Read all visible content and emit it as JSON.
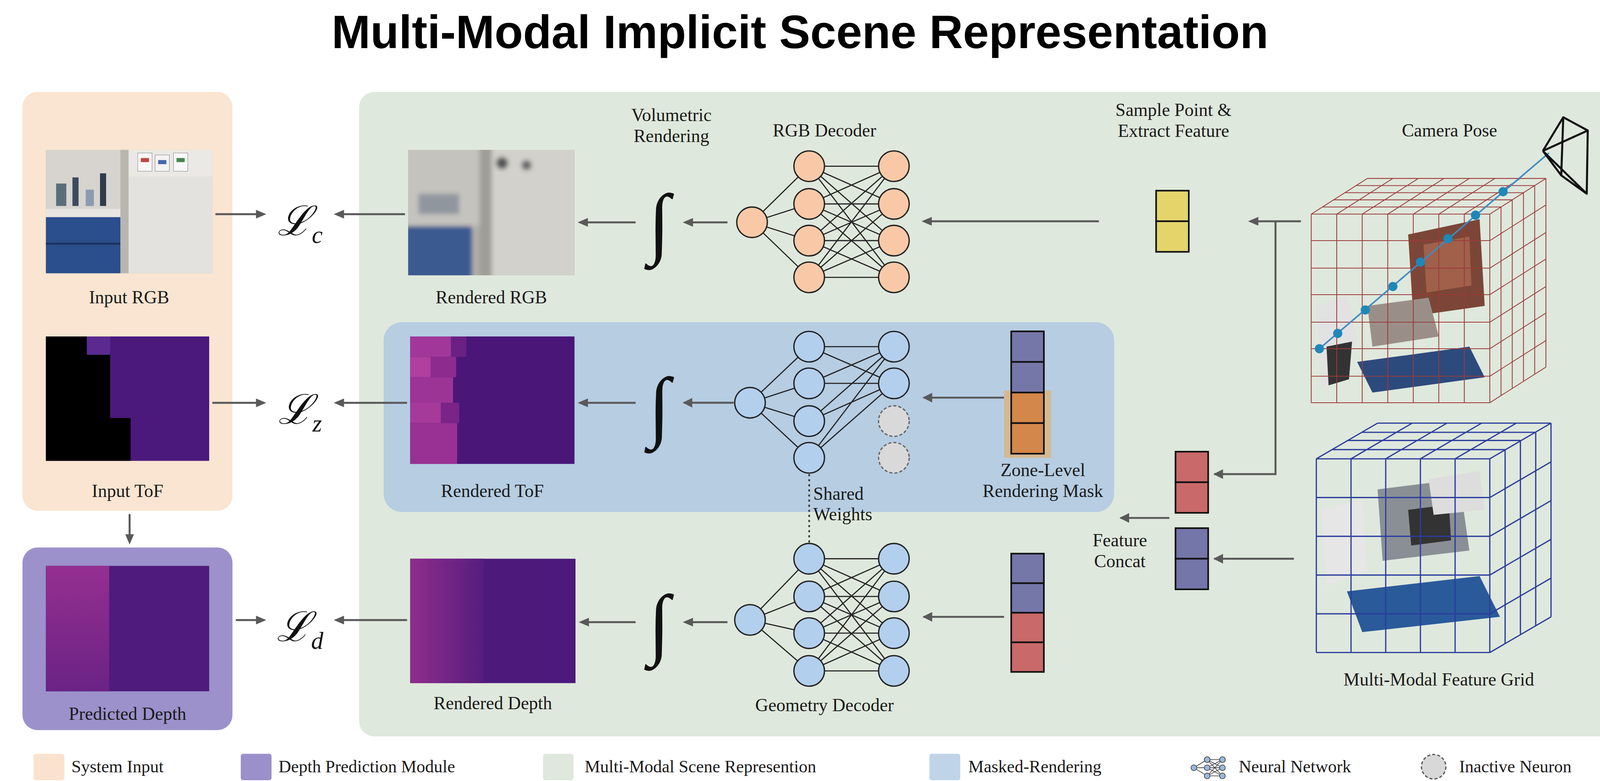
{
  "diagram": {
    "title": "Multi-Modal Implicit Scene Representation",
    "nodes": [
      {
        "text": []
      },
      {
        "text": [
          "Input RGB"
        ],
        "in": 0
      },
      {
        "text": [
          "Input ToF"
        ],
        "in": 0
      },
      {
        "text": [
          "Predicted Depth"
        ]
      },
      {
        "text": [
          "ℒ",
          "c"
        ]
      },
      {
        "text": [
          "ℒ",
          "z"
        ]
      },
      {
        "text": [
          "ℒ",
          "d"
        ]
      },
      {
        "text": []
      },
      {
        "text": [
          "Rendered RGB"
        ],
        "in": 7
      },
      {
        "text": [],
        "in": 7
      },
      {
        "text": [
          "Rendered ToF"
        ],
        "in": 9
      },
      {
        "text": [
          "Rendered Depth"
        ],
        "in": 7
      },
      {
        "text": [
          "∫"
        ],
        "in": 7
      },
      {
        "text": [
          "∫"
        ],
        "in": 9
      },
      {
        "text": [
          "∫"
        ],
        "in": 7
      },
      {
        "text": [
          "RGB Decoder"
        ],
        "in": 7
      },
      {
        "text": [
          "Zone-Level Rendering Mask"
        ],
        "in": 9
      },
      {
        "text": [
          "Geometry Decoder"
        ],
        "in": 7
      },
      {
        "text": [
          "Sample Point & Extract Feature"
        ],
        "in": 7
      },
      {
        "text": [
          "Camera Pose"
        ],
        "in": 7
      },
      {
        "text": [
          "Multi-Modal Feature Grid"
        ],
        "in": 7
      }
    ],
    "edges": [
      {
        "from": 1,
        "to": 4,
        "arrow": "to"
      },
      {
        "from": 8,
        "to": 4,
        "arrow": "to"
      },
      {
        "from": 2,
        "to": 5,
        "arrow": "to"
      },
      {
        "from": 10,
        "to": 5,
        "arrow": "to"
      },
      {
        "from": 0,
        "to": 3,
        "arrow": "to"
      },
      {
        "from": 3,
        "to": 6,
        "arrow": "to"
      },
      {
        "from": 11,
        "to": 6,
        "arrow": "to"
      },
      {
        "from": 12,
        "to": 8,
        "arrow": "to"
      },
      {
        "from": 15,
        "to": 12,
        "arrow": "to"
      },
      {
        "from": 13,
        "to": 10,
        "arrow": "to"
      },
      {
        "from": 14,
        "to": 11,
        "arrow": "to"
      },
      {
        "from": 17,
        "to": 14,
        "arrow": "to"
      },
      {
        "from": 18,
        "to": 15,
        "arrow": "to"
      },
      {
        "from": 19,
        "to": 18,
        "arrow": "to"
      }
    ],
    "labels": [
      "Volumetric Rendering",
      "Shared Weights",
      "Feature Concat"
    ],
    "legend": [
      {
        "text": "System Input",
        "color": "#f9e3cf"
      },
      {
        "text": "Depth Prediction Module",
        "color": "#9b90ca"
      },
      {
        "text": "Multi-Modal Scene Represention",
        "color": "#dfe8dc"
      },
      {
        "text": "Masked-Rendering",
        "color": "#c0d4e8"
      },
      {
        "text": "Neural Network"
      },
      {
        "text": "Inactive Neuron"
      }
    ]
  }
}
